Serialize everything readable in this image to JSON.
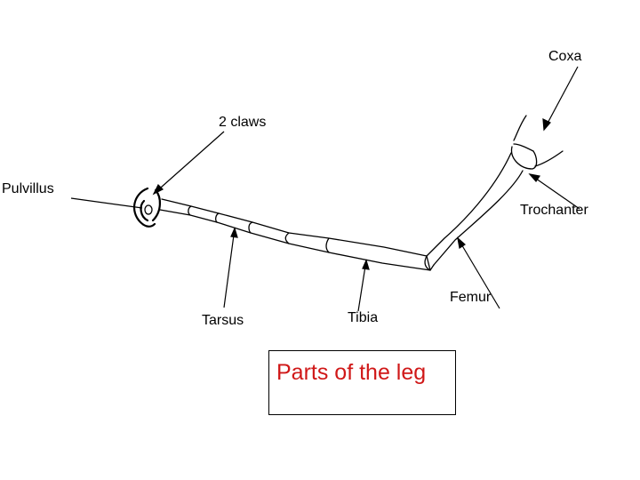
{
  "labels": {
    "coxa": "Coxa",
    "claws": "2 claws",
    "pulvillus": "Pulvillus",
    "trochanter": "Trochanter",
    "femur": "Femur",
    "tibia": "Tibia",
    "tarsus": "Tarsus"
  },
  "caption": "Parts of the leg",
  "colors": {
    "caption_text": "#d01818",
    "line": "#000000"
  }
}
